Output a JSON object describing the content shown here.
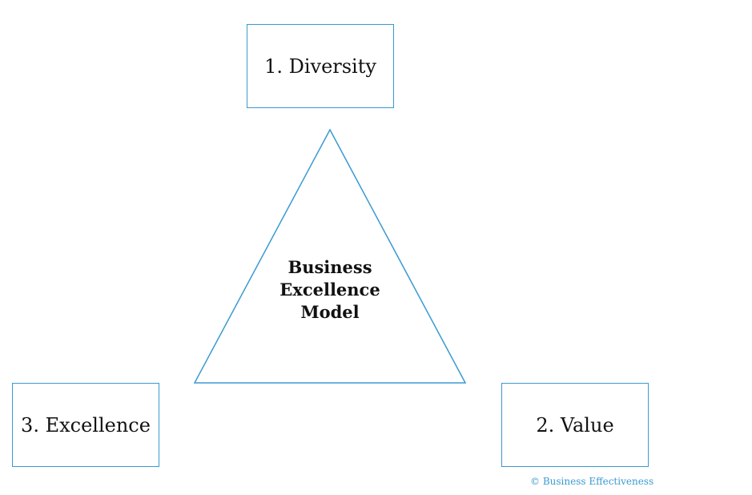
{
  "diagram": {
    "nodes": [
      {
        "id": "diversity",
        "label": "1. Diversity"
      },
      {
        "id": "value",
        "label": "2. Value"
      },
      {
        "id": "excellence",
        "label": "3. Excellence"
      }
    ],
    "center": {
      "lines": [
        "Business",
        "Excellence",
        "Model"
      ]
    },
    "copyright": "© Business Effectiveness",
    "colors": {
      "stroke": "#3a9ad0",
      "text": "#111111",
      "copyright": "#3a9ad0"
    }
  }
}
